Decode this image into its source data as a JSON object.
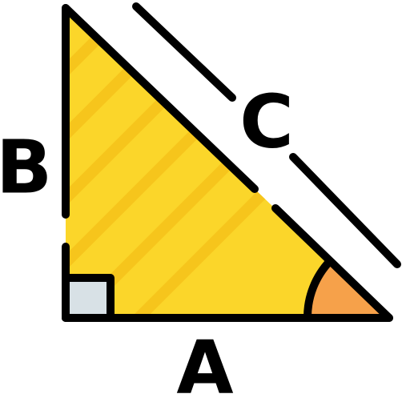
{
  "labels": {
    "side_a": "A",
    "side_b": "B",
    "side_c": "C"
  },
  "colors": {
    "triangle_fill": "#fbd62a",
    "triangle_stripe": "#f6c51c",
    "right_angle_fill": "#d8e1e6",
    "angle_fill": "#f6a14a",
    "stroke": "#000000"
  }
}
